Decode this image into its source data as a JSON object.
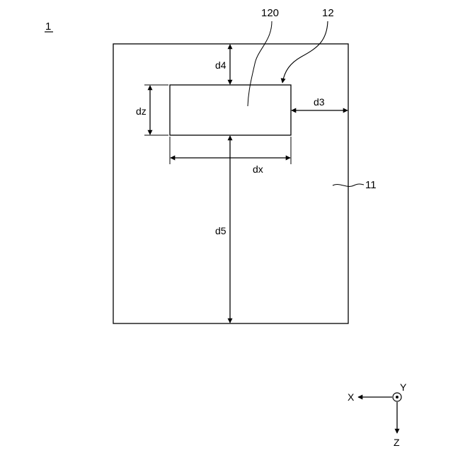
{
  "figure": {
    "number": "1",
    "refs": {
      "inner": "120",
      "element": "12",
      "body": "11"
    },
    "dims": {
      "d4": "d4",
      "d3": "d3",
      "dz": "dz",
      "dx": "dx",
      "d5": "d5"
    },
    "axes": {
      "x": "X",
      "y": "Y",
      "z": "Z"
    }
  }
}
